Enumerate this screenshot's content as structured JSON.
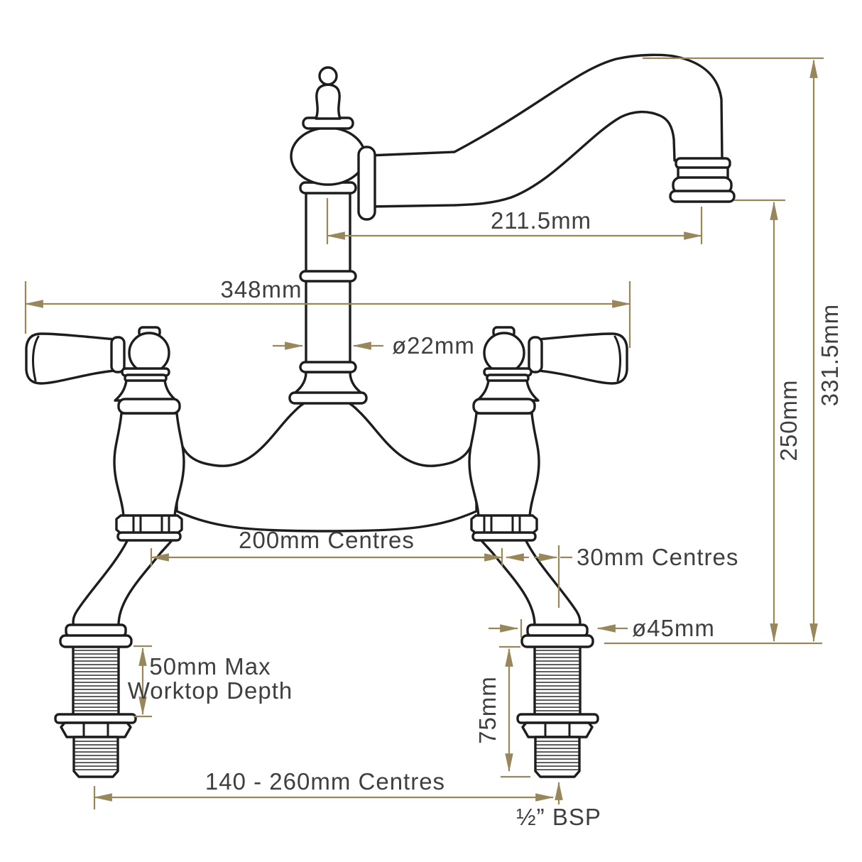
{
  "diagram": {
    "type": "technical-dimension-drawing",
    "subject": "bridge kitchen mixer tap, front elevation with installation dimensions",
    "colors": {
      "background": "#ffffff",
      "product_outline": "#1d1d1d",
      "dimension_lines": "#97875a",
      "dimension_text": "#3f3f3f"
    },
    "dimensions": {
      "spout_reach": "211.5mm",
      "overall_width": "348mm",
      "column_diameter": "ø22mm",
      "overall_height": "331.5mm",
      "spout_height": "250mm",
      "tap_centres": "200mm Centres",
      "offset_centres": "30mm Centres",
      "base_diameter": "ø45mm",
      "worktop_note_line1": "50mm Max",
      "worktop_note_line2": "Worktop Depth",
      "shank_length": "75mm",
      "adjustable_centres": "140 - 260mm Centres",
      "thread_size": "½” BSP"
    }
  }
}
